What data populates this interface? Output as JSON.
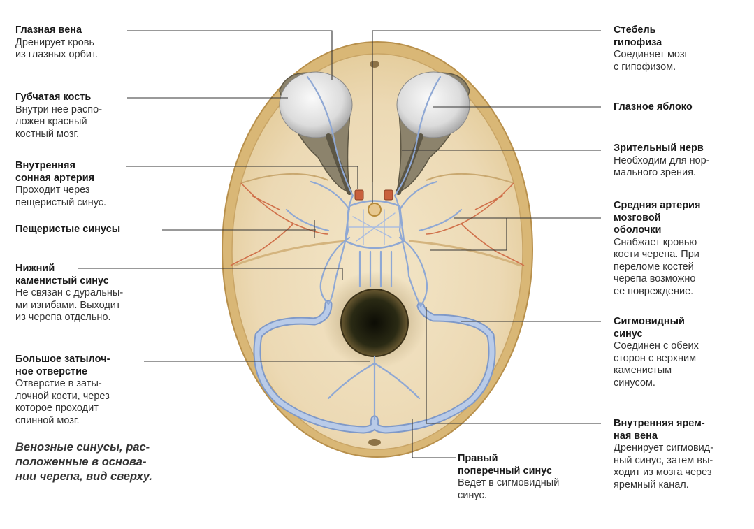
{
  "colors": {
    "bone": "#ecd9b4",
    "bone_rim": "#d9b776",
    "bone_rim_dark": "#c09a55",
    "vein": "#b9cbe8",
    "vein_edge": "#7f99c8",
    "artery": "#d0704a",
    "eyeball": "#e4e4e4",
    "foramen": "#1f1f12",
    "leader_line": "#333333"
  },
  "labels": {
    "eye_vein": {
      "title": [
        "Глазная вена"
      ],
      "desc": [
        "Дренирует кровь",
        "из глазных орбит."
      ]
    },
    "spongy_bone": {
      "title": [
        "Губчатая кость"
      ],
      "desc": [
        "Внутри нее распо-",
        "ложен красный",
        "костный мозг."
      ]
    },
    "internal_carotid": {
      "title": [
        "Внутренняя",
        "сонная артерия"
      ],
      "desc": [
        "Проходит через",
        "пещеристый синус."
      ]
    },
    "cavernous_sinuses": {
      "title": [
        "Пещеристые синусы"
      ],
      "desc": []
    },
    "inferior_petrosal": {
      "title": [
        "Нижний",
        "каменистый синус"
      ],
      "desc": [
        "Не связан с дуральны-",
        "ми изгибами. Выходит",
        "из черепа отдельно."
      ]
    },
    "foramen_magnum": {
      "title": [
        "Большое затылоч-",
        "ное отверстие"
      ],
      "desc": [
        "Отверстие в заты-",
        "лочной кости, через",
        "которое проходит",
        "спинной мозг."
      ]
    },
    "pituitary_stalk": {
      "title": [
        "Стебель",
        "гипофиза"
      ],
      "desc": [
        "Соединяет мозг",
        "с гипофизом."
      ]
    },
    "eyeball": {
      "title": [
        "Глазное яблоко"
      ],
      "desc": []
    },
    "optic_nerve": {
      "title": [
        "Зрительный нерв"
      ],
      "desc": [
        "Необходим для нор-",
        "мального зрения."
      ]
    },
    "middle_meningeal": {
      "title": [
        "Средняя артерия",
        "мозговой",
        "оболочки"
      ],
      "desc": [
        "Снабжает кровью",
        "кости черепа. При",
        "переломе костей",
        "черепа возможно",
        "ее повреждение."
      ]
    },
    "sigmoid_sinus": {
      "title": [
        "Сигмовидный",
        "синус"
      ],
      "desc": [
        "Соединен с обеих",
        "сторон с верхним",
        "каменистым",
        "синусом."
      ]
    },
    "internal_jugular": {
      "title": [
        "Внутренняя ярем-",
        "ная вена"
      ],
      "desc": [
        "Дренирует сигмовид-",
        "ный синус, затем вы-",
        "ходит из мозга через",
        "яремный канал."
      ]
    },
    "right_transverse": {
      "title": [
        "Правый",
        "поперечный синус"
      ],
      "desc": [
        "Ведет в сигмовидный",
        "синус."
      ]
    }
  },
  "caption": [
    "Венозные синусы, рас-",
    "положенные в основа-",
    "нии черепа, вид сверху."
  ]
}
